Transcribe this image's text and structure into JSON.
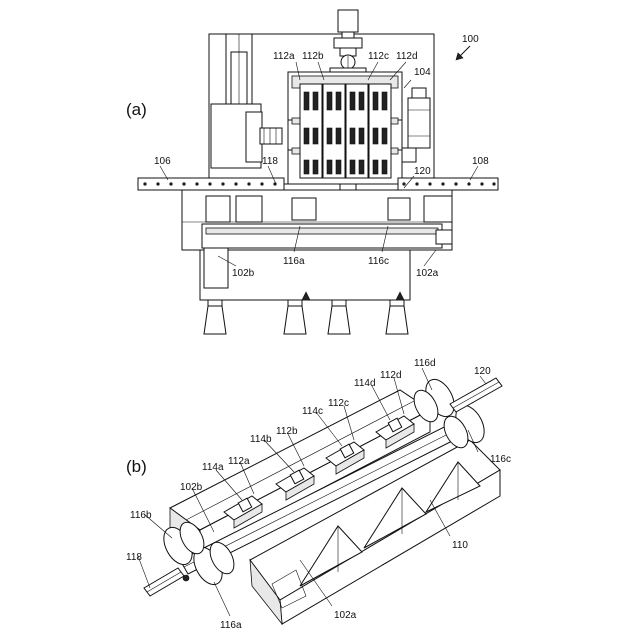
{
  "figure_a": {
    "panel_label": "(a)",
    "labels": {
      "ref_100": "100",
      "ref_104": "104",
      "ref_106": "106",
      "ref_108": "108",
      "ref_112a": "112a",
      "ref_112b": "112b",
      "ref_112c": "112c",
      "ref_112d": "112d",
      "ref_118": "118",
      "ref_120": "120",
      "ref_116a": "116a",
      "ref_116c": "116c",
      "ref_102b": "102b",
      "ref_102a": "102a"
    }
  },
  "figure_b": {
    "panel_label": "(b)",
    "labels": {
      "ref_116d": "116d",
      "ref_120": "120",
      "ref_114d": "114d",
      "ref_112d": "112d",
      "ref_114c": "114c",
      "ref_112c": "112c",
      "ref_114b": "114b",
      "ref_112b": "112b",
      "ref_116c": "116c",
      "ref_114a": "114a",
      "ref_112a": "112a",
      "ref_102b": "102b",
      "ref_116b": "116b",
      "ref_110": "110",
      "ref_118": "118",
      "ref_102a": "102a",
      "ref_116a": "116a"
    }
  }
}
